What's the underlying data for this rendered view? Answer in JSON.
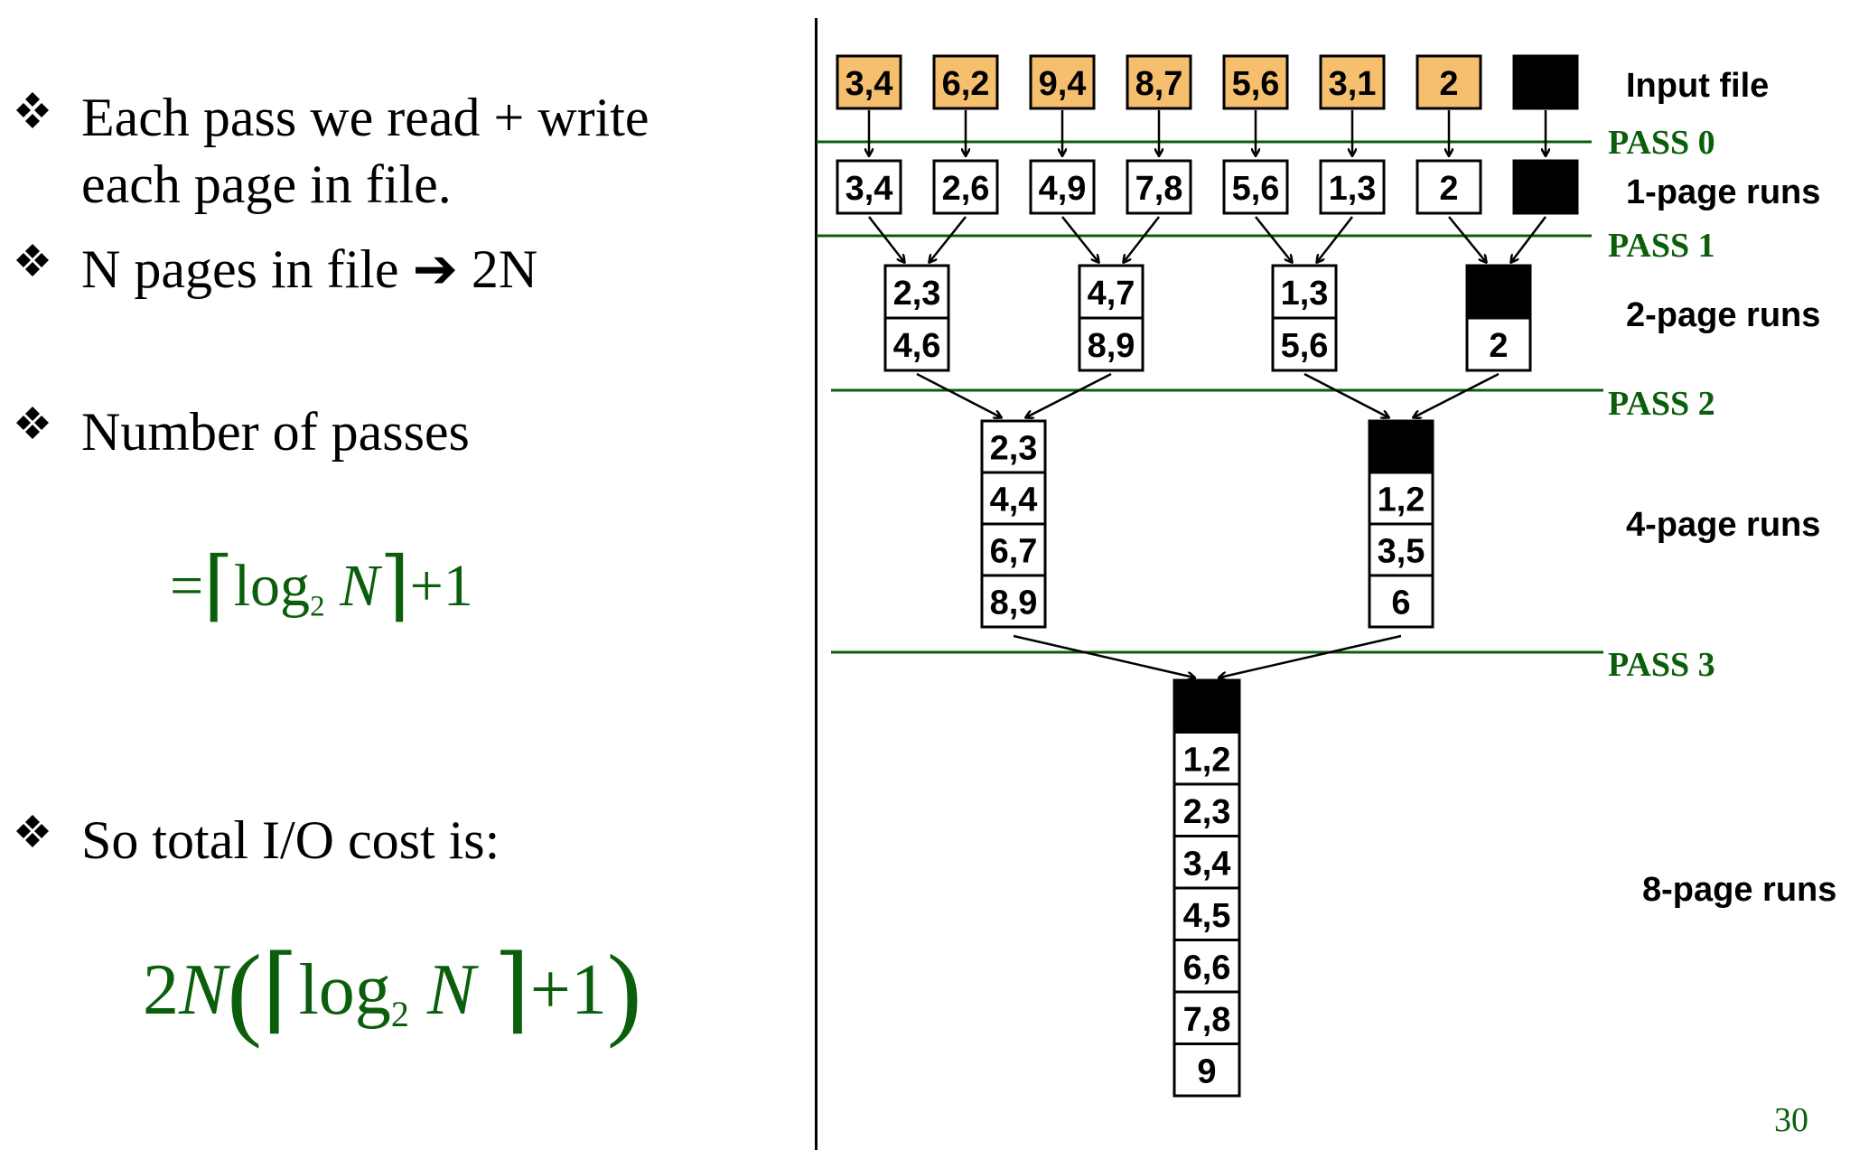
{
  "slide": {
    "page_number": "30",
    "bullets": [
      {
        "lines": [
          "Each pass we read + write",
          "each page in file."
        ]
      },
      {
        "lines": [
          "N pages in file ➔ 2N"
        ]
      },
      {
        "lines": [
          "Number of passes"
        ]
      },
      {
        "lines": [
          "So total I/O cost is:"
        ]
      }
    ],
    "formulas": {
      "passes": {
        "eq": "=",
        "lceil": "⌈",
        "log": "log",
        "base": "2",
        "var": "N",
        "rceil": "⌉",
        "plus_one": "+1"
      },
      "total_cost": {
        "coef": "2",
        "var": "N",
        "lparen": "(",
        "lceil": "⌈",
        "log": "log",
        "base": "2",
        "var2": "N",
        "rceil": "⌉",
        "plus_one": "+1",
        "rparen": ")"
      }
    }
  },
  "diagram": {
    "colors": {
      "input_fill": "#f5bf6e",
      "pass_line": "#0b5e0b",
      "pass_text": "#0b5e0b",
      "box_stroke": "#000000",
      "empty_page": "#000000"
    },
    "stage_labels": [
      "Input file",
      "1-page runs",
      "2-page runs",
      "4-page runs",
      "8-page runs"
    ],
    "pass_labels": [
      "PASS 0",
      "PASS 1",
      "PASS 2",
      "PASS 3"
    ],
    "input_file": [
      "3,4",
      "6,2",
      "9,4",
      "8,7",
      "5,6",
      "3,1",
      "2",
      ""
    ],
    "runs_1page": [
      [
        "3,4"
      ],
      [
        "2,6"
      ],
      [
        "4,9"
      ],
      [
        "7,8"
      ],
      [
        "5,6"
      ],
      [
        "1,3"
      ],
      [
        "2"
      ],
      [
        ""
      ]
    ],
    "runs_2page": [
      [
        "2,3",
        "4,6"
      ],
      [
        "4,7",
        "8,9"
      ],
      [
        "1,3",
        "5,6"
      ],
      [
        "",
        "2"
      ]
    ],
    "runs_4page": [
      [
        "2,3",
        "4,4",
        "6,7",
        "8,9"
      ],
      [
        "",
        "1,2",
        "3,5",
        "6"
      ]
    ],
    "runs_8page": [
      [
        "",
        "1,2",
        "2,3",
        "3,4",
        "4,5",
        "6,6",
        "7,8",
        "9"
      ]
    ]
  }
}
